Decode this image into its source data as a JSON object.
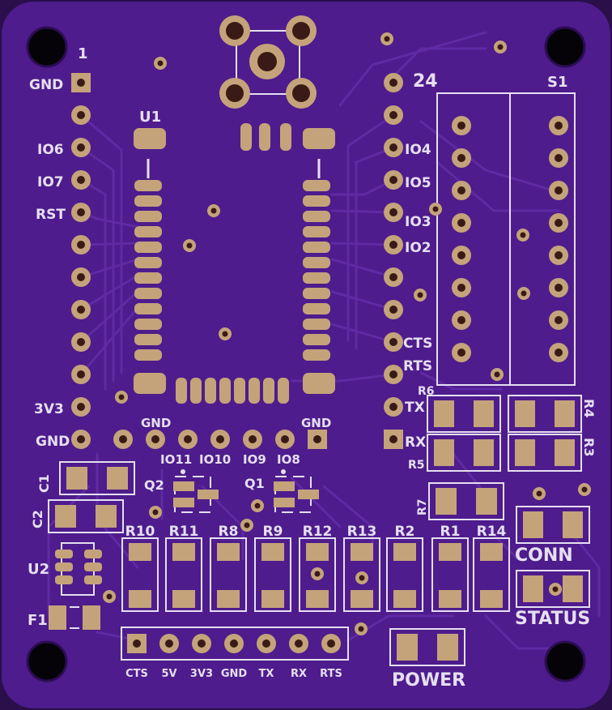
{
  "colors": {
    "board": "#4e1c8c",
    "board_dark": "#2c0d55",
    "trace": "#5f2aa3",
    "pad": "#c4a37a",
    "pad_dark": "#3a1a16",
    "silk": "#e6dff2"
  },
  "designators": {
    "u1": "U1",
    "u2": "U2",
    "s1": "S1",
    "c1": "C1",
    "c2": "C2",
    "f1": "F1",
    "q1": "Q1",
    "q2": "Q2",
    "pin1": "1",
    "pin24": "24"
  },
  "left_header_labels": {
    "gnd_top": "GND",
    "io6": "IO6",
    "io7": "IO7",
    "rst": "RST",
    "v3": "3V3",
    "gnd_bottom": "GND"
  },
  "right_header_labels": {
    "io4": "IO4",
    "io5": "IO5",
    "io3": "IO3",
    "io2": "IO2",
    "cts": "CTS",
    "rts": "RTS",
    "tx": "TX",
    "rx": "RX"
  },
  "bottom_row_labels": {
    "gnd_left": "GND",
    "gnd_right": "GND",
    "io11": "IO11",
    "io10": "IO10",
    "io9": "IO9",
    "io8": "IO8"
  },
  "resistors_top": {
    "r6": "R6",
    "r4": "R4",
    "r5": "R5",
    "r3": "R3",
    "r7": "R7"
  },
  "resistor_row": [
    "R10",
    "R11",
    "R8",
    "R9",
    "R12",
    "R13",
    "R2",
    "R1",
    "R14"
  ],
  "serial_header": [
    "CTS",
    "5V",
    "3V3",
    "GND",
    "TX",
    "RX",
    "RTS"
  ],
  "leds": {
    "conn": "CONN",
    "status": "STATUS",
    "power": "POWER"
  }
}
